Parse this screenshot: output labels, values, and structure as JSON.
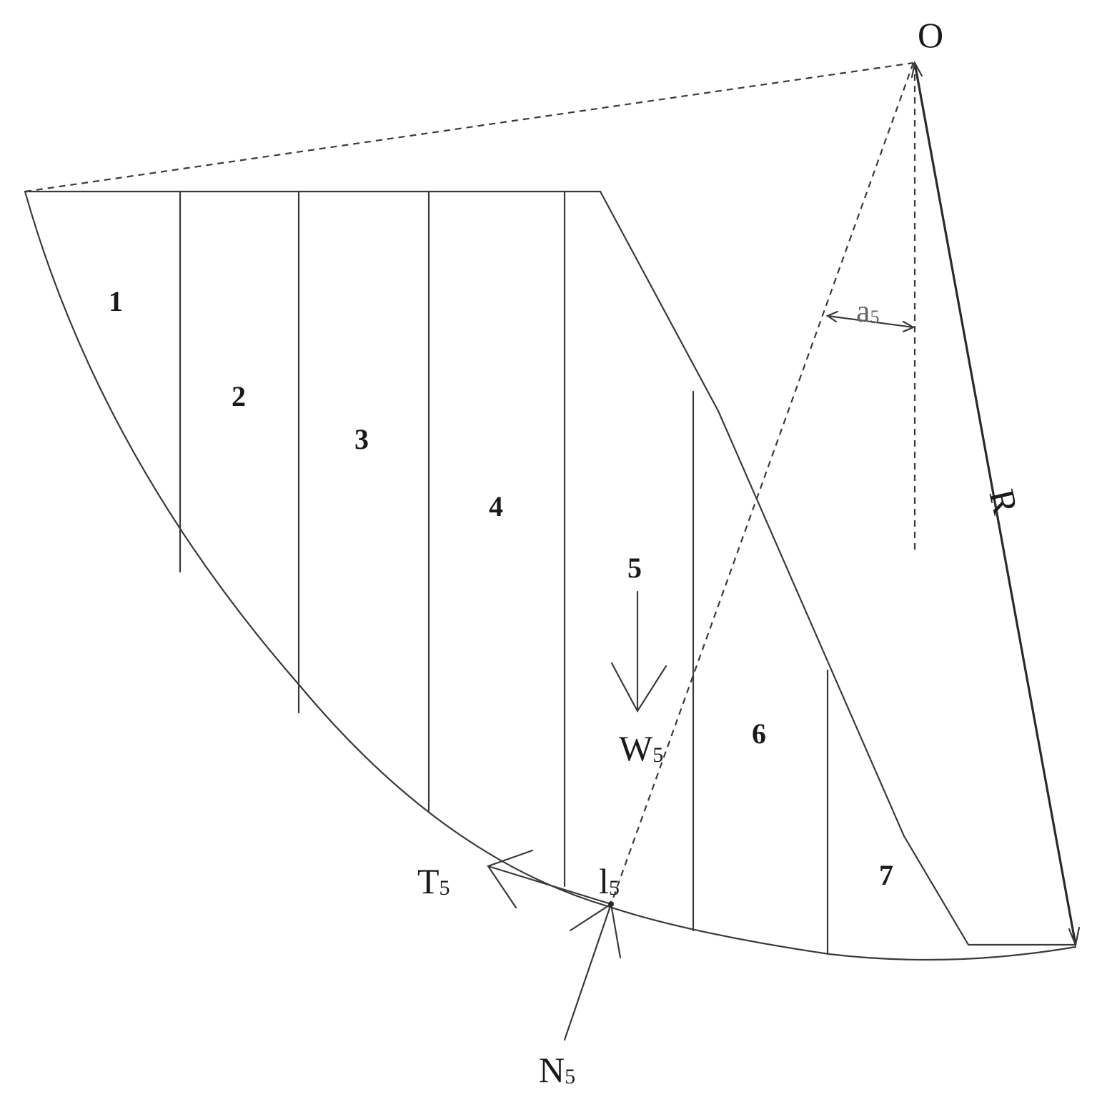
{
  "diagram": {
    "center_label": "O",
    "radius_label": "R",
    "slices": [
      {
        "label": "1"
      },
      {
        "label": "2"
      },
      {
        "label": "3"
      },
      {
        "label": "4"
      },
      {
        "label": "5"
      },
      {
        "label": "6"
      },
      {
        "label": "7"
      }
    ],
    "angle_label": {
      "main": "a",
      "sub": "5"
    },
    "weight_label": {
      "main": "W",
      "sub": "5"
    },
    "shear_label": {
      "main": "T",
      "sub": "5"
    },
    "length_label": {
      "main": "l",
      "sub": "5"
    },
    "normal_label": {
      "main": "N",
      "sub": "5"
    }
  }
}
